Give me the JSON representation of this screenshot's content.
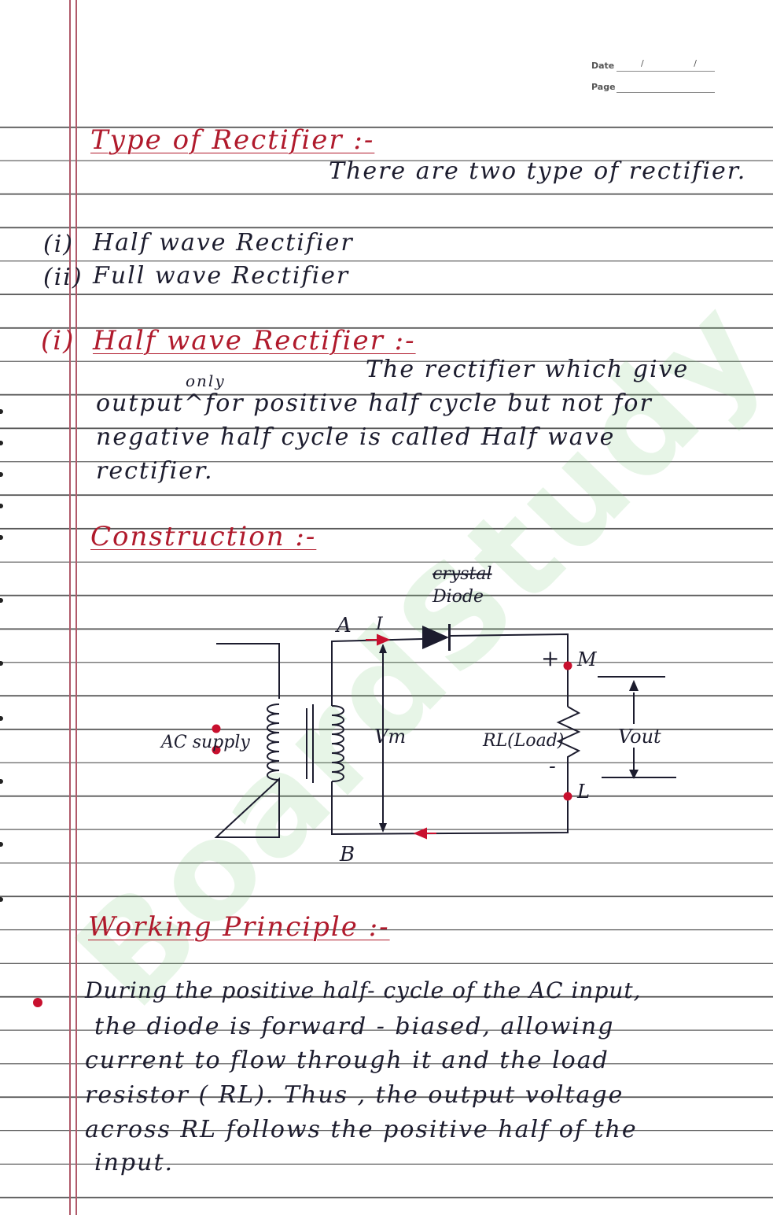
{
  "header": {
    "date_label": "Date",
    "date_value": "/ /",
    "page_label": "Page"
  },
  "watermark": "BoardStudy",
  "sections": {
    "types_heading": "Type of Rectifier :-",
    "types_intro": "There are two type of rectifier.",
    "type_list": [
      {
        "marker": "(i)",
        "text": "Half wave Rectifier"
      },
      {
        "marker": "(ii)",
        "text": "Full wave Rectifier"
      }
    ],
    "half_wave_marker": "(i)",
    "half_wave_heading": "Half wave Rectifier :-",
    "definition_insert": "only",
    "definition_lines": [
      "The rectifier which give",
      "output^for positive half cycle but not for",
      "negative half cycle is called Half wave",
      "rectifier."
    ],
    "construction_heading": "Construction :-",
    "working_heading": "Working Principle :-",
    "working_lines": [
      "During the positive half- cycle of the AC input,",
      "the diode is forward - biased, allowing",
      "current to flow through it and the load",
      "resistor ( RL). Thus , the output voltage",
      "across RL follows the positive half of the",
      "input."
    ]
  },
  "diagram": {
    "crystal_label": "crystal",
    "diode_label": "Diode",
    "node_a": "A",
    "node_b": "B",
    "node_m": "M",
    "node_l": "L",
    "plus_sign": "+",
    "minus_sign": "-",
    "current_label": "I",
    "ac_supply_label": "AC supply",
    "vm_label": "Vm",
    "load_label": "RL(Load)",
    "vout_label": "Vout"
  },
  "colors": {
    "ink": "#1c1c2e",
    "red_ink": "#b01a2c",
    "margin": "#b05a6a",
    "rule": "#585858",
    "watermark": "#78c878"
  }
}
